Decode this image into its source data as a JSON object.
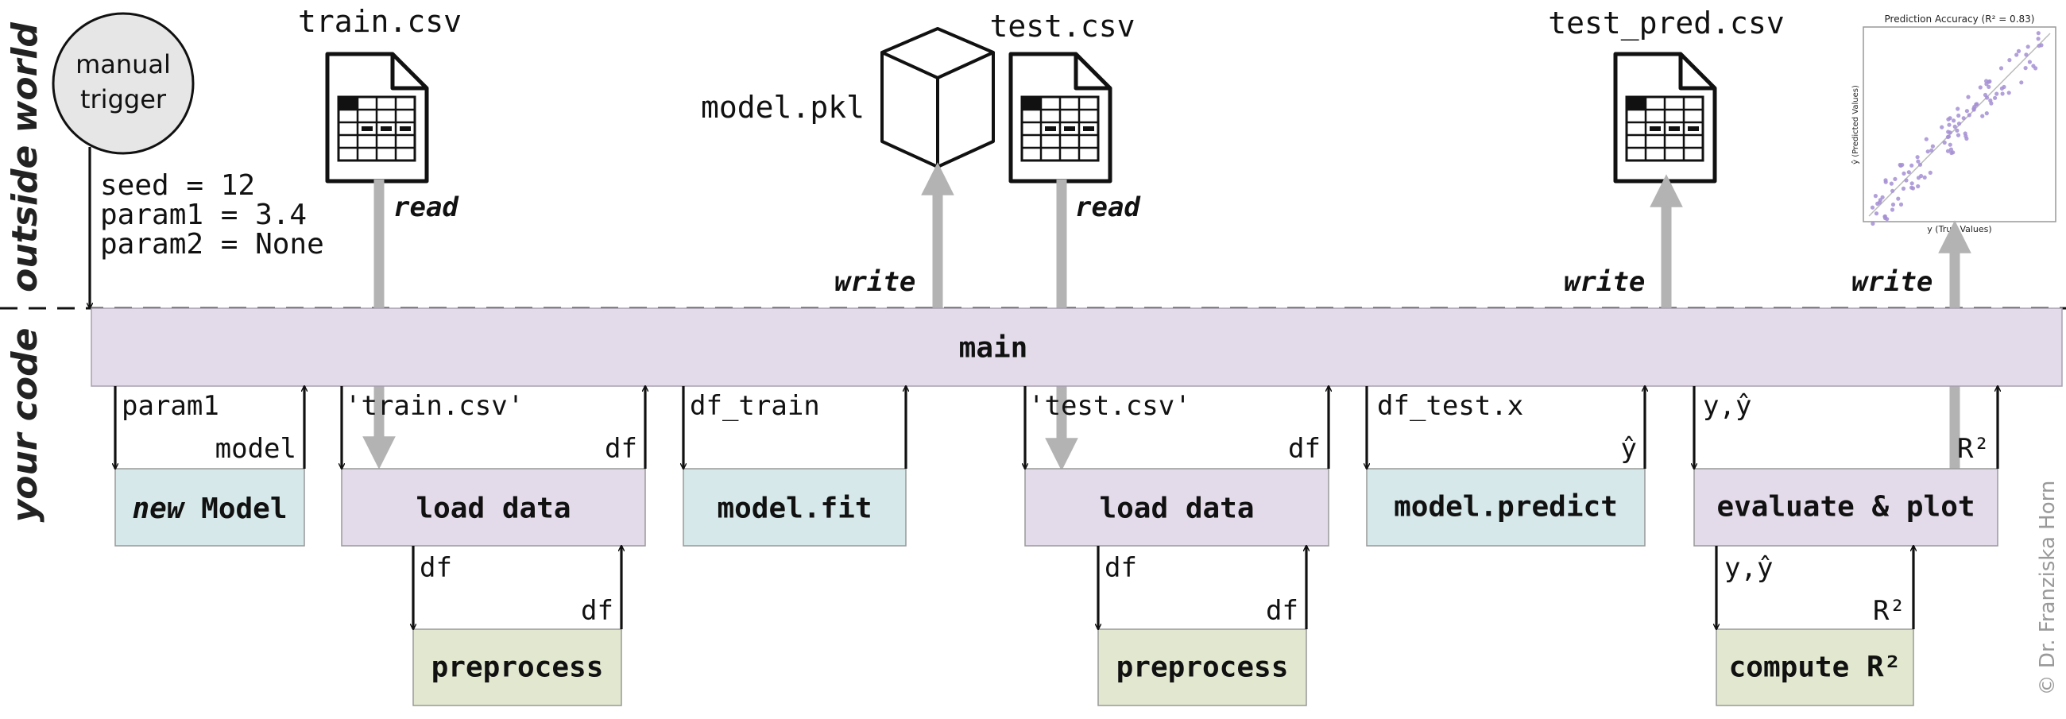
{
  "zones": {
    "outside": "outside world",
    "code": "your code"
  },
  "trigger": {
    "line1": "manual",
    "line2": "trigger",
    "params": [
      "seed = 12",
      "param1 = 3.4",
      "param2 = None"
    ]
  },
  "files": {
    "train": "train.csv",
    "model": "model.pkl",
    "test": "test.csv",
    "pred": "test_pred.csv"
  },
  "io_labels": {
    "read_train": "read",
    "read_test": "read",
    "write_model": "write",
    "write_pred": "write",
    "write_plot": "write"
  },
  "main_label": "main",
  "functions": {
    "new_model_kw": "new",
    "new_model": " Model",
    "load_train": "load data",
    "fit": "model.fit",
    "load_test": "load data",
    "predict": "model.predict",
    "evaluate": "evaluate & plot",
    "preprocess_train": "preprocess",
    "preprocess_test": "preprocess",
    "compute_r2": "compute R²"
  },
  "calls": {
    "param1": "param1",
    "model": "model",
    "train_csv": "'train.csv'",
    "df_return_train": "df",
    "df_train": "df_train",
    "test_csv": "'test.csv'",
    "df_return_test": "df",
    "df_test_x": "df_test.x",
    "y_hat": "ŷ",
    "y_yhat": "y,ŷ",
    "r2": "R²",
    "pre_in_train": "df",
    "pre_out_train": "df",
    "pre_in_test": "df",
    "pre_out_test": "df",
    "eval_in": "y,ŷ",
    "eval_out": "R²"
  },
  "plot": {
    "title": "Prediction Accuracy (R² = 0.83)",
    "ylabel": "ŷ (Predicted Values)",
    "xlabel": "y (True Values)"
  },
  "copyright": "© Dr. Franziska Horn",
  "colors": {
    "purple_box": "#e4dbea",
    "blue_box": "#d6e8e9",
    "green_box": "#e1e8cf",
    "trigger": "#e6e6e6",
    "flow_arrow": "#b3b3b3",
    "scatter": "#a48fd4"
  }
}
